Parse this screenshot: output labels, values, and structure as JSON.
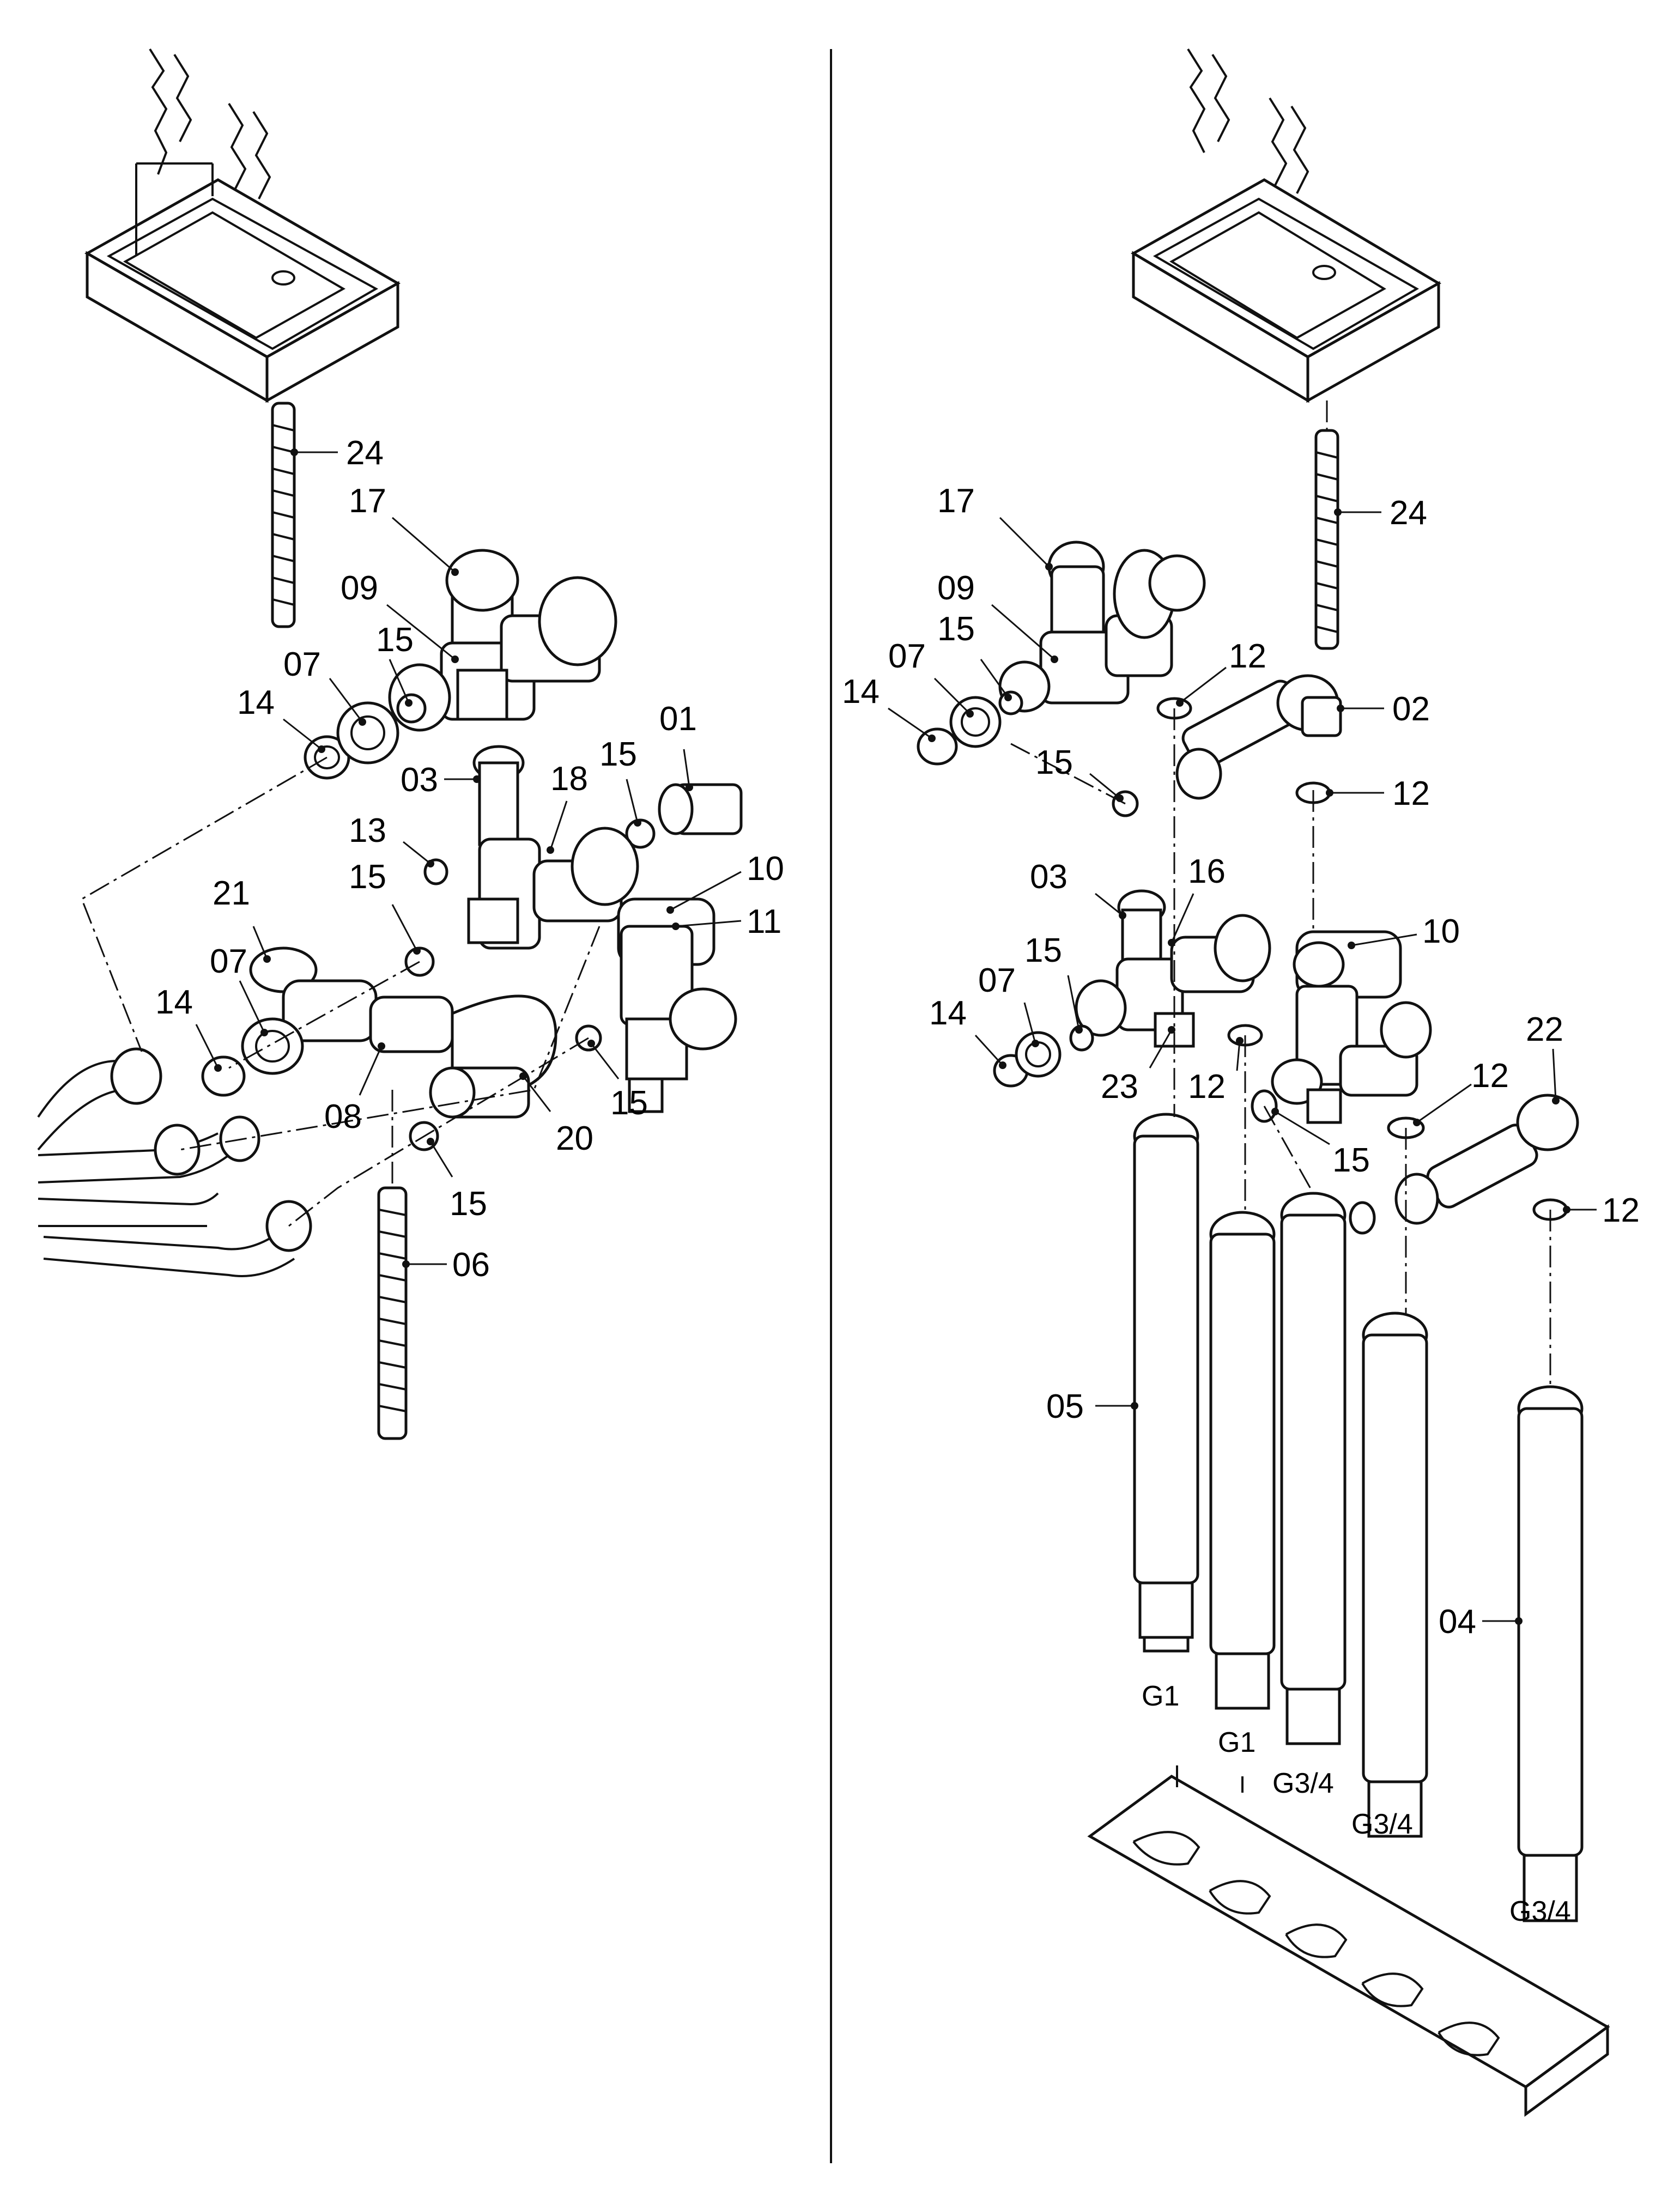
{
  "left_panel": {
    "labels": [
      "24",
      "17",
      "09",
      "15",
      "07",
      "14",
      "01",
      "15",
      "03",
      "18",
      "13",
      "15",
      "21",
      "10",
      "11",
      "07",
      "14",
      "08",
      "20",
      "15",
      "15",
      "06"
    ]
  },
  "right_panel": {
    "labels": [
      "17",
      "24",
      "09",
      "15",
      "07",
      "14",
      "12",
      "02",
      "15",
      "12",
      "03",
      "16",
      "10",
      "15",
      "07",
      "14",
      "23",
      "12",
      "12",
      "22",
      "15",
      "12",
      "05",
      "04"
    ],
    "thread_labels": [
      "G1",
      "G1",
      "G3/4",
      "G3/4",
      "G3/4"
    ]
  }
}
